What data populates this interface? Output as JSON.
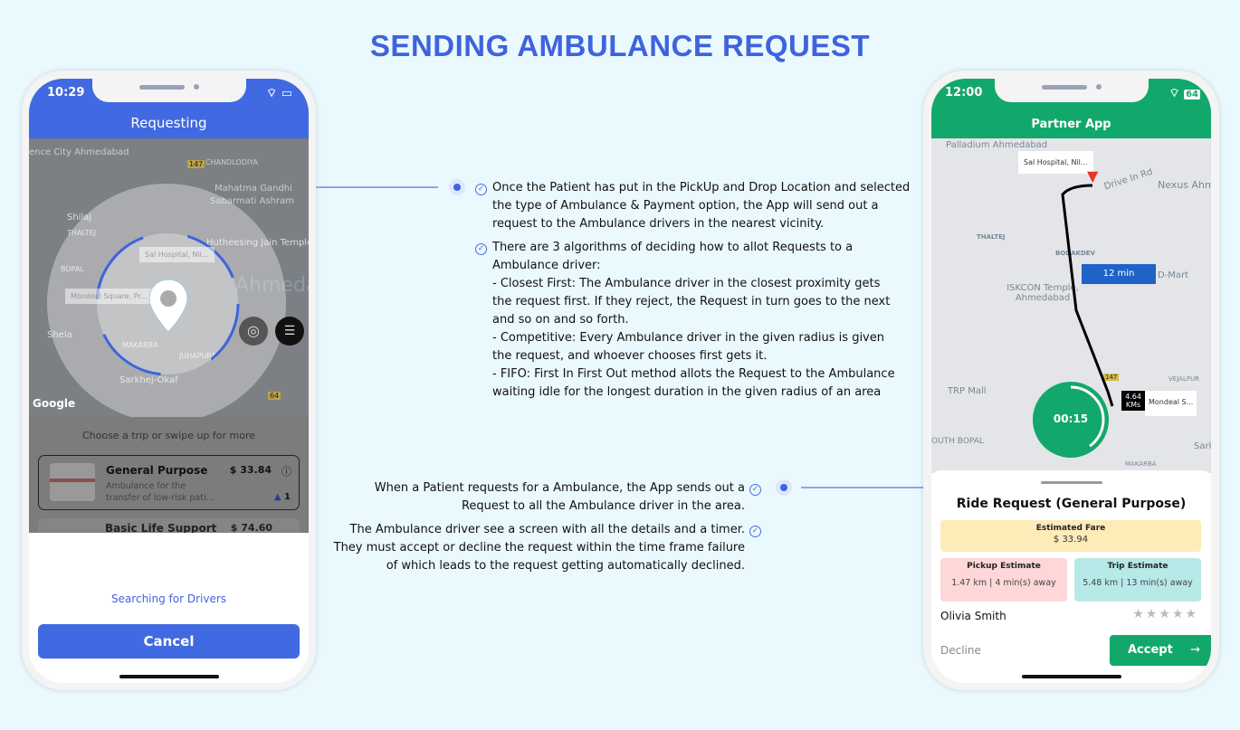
{
  "title": "SENDING AMBULANCE REQUEST",
  "left_phone": {
    "time": "10:29",
    "header": "Requesting",
    "map_labels": [
      "ence City Ahmedabad",
      "CHANDLODIYA",
      "147",
      "Mahatma Gandhi",
      "Sabarmati Ashram",
      "Shilaj",
      "THALTEJ",
      "Hutheesing Jain Temple",
      "BOPAL",
      "Ahmedab",
      "Shela",
      "MAKARBA",
      "JUHAPURA",
      "Sarkhej-Okaf",
      "Google",
      "64"
    ],
    "pickup_label": "Sal Hospital, Nil...",
    "drop_label": "Mondeal Square, Pr...",
    "hint": "Choose a trip or swipe up for more",
    "trips": [
      {
        "name": "General Purpose",
        "price": "$ 33.84",
        "desc": "Ambulance for the transfer of low-risk pati...",
        "seats": "1"
      },
      {
        "name": "Basic Life Support",
        "price": "$ 74.60"
      }
    ],
    "searching": "Searching for Drivers",
    "cancel": "Cancel",
    "colors": {
      "header": "#4169e1"
    }
  },
  "right_phone": {
    "time": "12:00",
    "battery": "64",
    "header": "Partner App",
    "map_labels": [
      "Palladium Ahmedabad",
      "Drive In Rd",
      "Nexus Ahme",
      "THALTEJ",
      "BODAKDEV",
      "D-Mart",
      "ISKCON Temple, Ahmedabad",
      "147",
      "VEJALPUR",
      "TRP Mall",
      "OUTH BOPAL",
      "Sark",
      "MAKARBA"
    ],
    "pickup_label": "Sal Hospital, Nil...",
    "eta": "12 min",
    "distance": "4.64 KMs",
    "drop_label": "Mondeal S...",
    "timer": "00:15",
    "timer_progress": 0.4,
    "card": {
      "title": "Ride Request (General Purpose)",
      "fare_label": "Estimated Fare",
      "fare": "$ 33.94",
      "pickup_label": "Pickup Estimate",
      "pickup": "1.47 km | 4 min(s) away",
      "trip_label": "Trip Estimate",
      "trip": "5.48 km | 13 min(s) away",
      "rider": "Olivia Smith",
      "rating": 0,
      "decline": "Decline",
      "accept": "Accept"
    },
    "colors": {
      "header": "#12a86b"
    }
  },
  "notes_right": [
    "Once the Patient has put in the PickUp and Drop Location and selected the type of Ambulance & Payment option, the App will send out a request to the Ambulance drivers in the nearest vicinity.",
    "There are 3 algorithms of deciding how to allot Requests to a Ambulance driver:\n- Closest First: The Ambulance driver in the closest proximity gets the request first. If they reject, the Request in turn goes to the next and so on and so forth.\n- Competitive: Every Ambulance driver in the given radius is given the request, and whoever chooses first gets it.\n- FIFO: First In First Out method allots the Request to the Ambulance waiting idle for the longest duration in the given radius of an area"
  ],
  "notes_left": [
    "When a Patient requests for a Ambulance, the App sends out a Request to all the Ambulance driver in the area.",
    "The Ambulance driver see a screen with all the details and a timer. They must accept or decline the request within the time frame failure of which leads to the request getting automatically declined."
  ]
}
